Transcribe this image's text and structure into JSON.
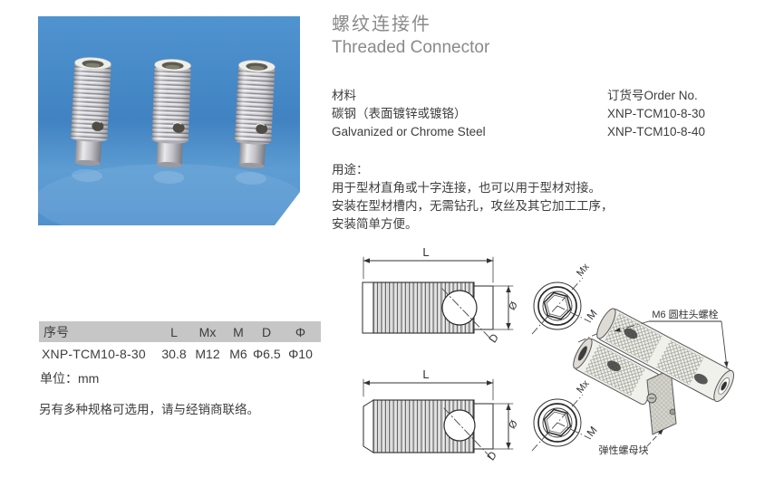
{
  "header": {
    "title_zh": "螺纹连接件",
    "title_en": "Threaded Connector"
  },
  "material": {
    "label": "材料",
    "line_zh": "碳钢（表面镀锌或镀铬）",
    "line_en": "Galvanized or Chrome Steel"
  },
  "order": {
    "label": "订货号Order No.",
    "items": [
      "XNP-TCM10-8-30",
      "XNP-TCM10-8-40"
    ]
  },
  "usage": {
    "label": "用途：",
    "lines": [
      "用于型材直角或十字连接，也可以用于型材对接。",
      "安装在型材槽内，无需钻孔，攻丝及其它加工工序，",
      "安装简单方便。"
    ]
  },
  "spec_table": {
    "headers": [
      "序号",
      "L",
      "Mx",
      "M",
      "D",
      "Φ"
    ],
    "rows": [
      [
        "XNP-TCM10-8-30",
        "30.8",
        "M12",
        "M6",
        "Φ6.5",
        "Φ10"
      ]
    ],
    "unit": "单位：mm",
    "header_bg": "#c6c6c6"
  },
  "note": "另有多种规格可选用，请与经销商联络。",
  "drawing": {
    "dim_length": "L",
    "dim_diameter": "Ø",
    "dim_hole": "D",
    "dim_thread_ext": "Mx",
    "dim_thread_int": "M",
    "callout_bolt": "M6 圆柱头螺栓",
    "callout_nut": "弹性螺母块"
  },
  "colors": {
    "photo_blue": "#4589c6",
    "table_header_gray": "#c6c6c6",
    "title_gray": "#8a8a8a",
    "body_text": "#3d3d3d"
  }
}
